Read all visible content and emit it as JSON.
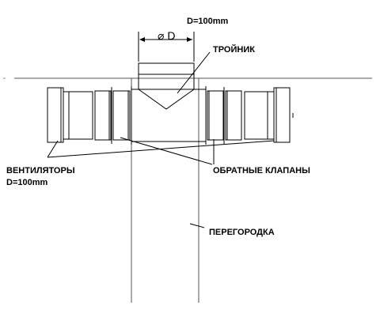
{
  "labels": {
    "tee_diameter": "D=100mm",
    "diameter_symbol": "⌀ D",
    "tee": "ТРОЙНИК",
    "fans": "ВЕНТИЛЯТОРЫ",
    "fans_diameter": "D=100mm",
    "check_valves": "ОБРАТНЫЕ КЛАПАНЫ",
    "partition": "ПЕРЕГОРОДКА"
  },
  "colors": {
    "line": "#000000",
    "guide": "#555555",
    "background": "#ffffff"
  }
}
